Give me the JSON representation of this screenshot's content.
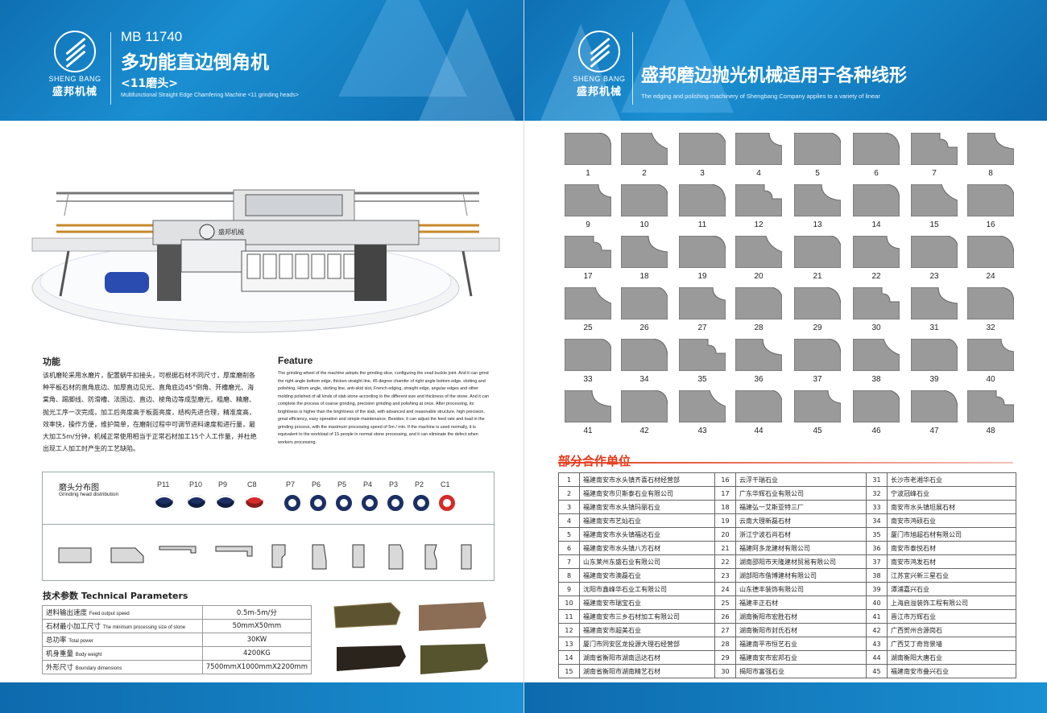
{
  "left": {
    "logo": {
      "en": "SHENG BANG",
      "cn": "盛邦机械"
    },
    "model": "MB 11740",
    "title": "多功能直边倒角机",
    "subtitle": "<11磨头>",
    "subtitle_en": "Multifunctional Straight Edge Chamfering Machine <11 grinding heads>",
    "features_cn_heading": "功能",
    "features_cn_text": "该机磨轮采用水磨片，配置蜗牛扣接头，可根据石材不同尺寸，厚度磨削各种平板石材的直角底边、加厚直边见光、直角底边45°倒角、开槽磨光、海棠角、踢脚线、防滑槽、法国边、直边、棱角边等成型磨光，粗磨、精磨、抛光工序一次完成，加工后亮度高于板面亮度，结构先进合理，精准度高，效率快，操作方便，维护简单，在磨削过程中可调节进料速度和进行量，最大加工5m/分钟，机械正常使用相当于正常石材加工15个人工作量，并杜绝出现工人加工时产生的工艺缺陷。",
    "features_en_heading": "Feature",
    "features_en_text": "The grinding wheel of the machine adopts the grinding slice, configuring the snail buckle joint. And it can grind the right angle bottom edge, thicken straight line, 45 degree chamfer of right angle bottom edge, slotting and polishing, Hitom angle, skirting line, anti-skid slot, French edging, straight edge, angular edges and other molding polished of all kinds of slab stone according to the different size and thickness of the stone. And it can complete the process of coarse grinding, precision grinding and polishing at once. After processing, its brightness is higher than the brightness of the slab, with advanced and reasonable structure, high precision, great efficiency, easy operation and simple maintenance. Besides, it can adjust the feed rate and load in the grinding process, with the maximum processing speed of 5m / min. If the machine is used normally, it is equivalent to the workload of 15 people in normal stone processing, and it can eliminate the defect when workers processing.",
    "grind_title": "磨头分布图",
    "grind_title_en": "Grinding head distribution",
    "heads": [
      "P11",
      "P10",
      "P9",
      "C8",
      "P7",
      "P6",
      "P5",
      "P4",
      "P3",
      "P2",
      "C1"
    ],
    "tech_heading": "技术参数 Technical Parameters",
    "tech": [
      {
        "cn": "进料输出速度",
        "en": "Feed output speed",
        "value": "0.5m-5m/分"
      },
      {
        "cn": "石材最小加工尺寸",
        "en": "The minimum processing size of stone",
        "value": "50mmX50mm"
      },
      {
        "cn": "总功率",
        "en": "Total power",
        "value": "30KW"
      },
      {
        "cn": "机身重量",
        "en": "Body weight",
        "value": "4200KG"
      },
      {
        "cn": "外形尺寸",
        "en": "Boundary dimensions",
        "value": "7500mmX1000mmX2200mm"
      }
    ],
    "machine_badge": "盛邦机械",
    "colors": {
      "header": "#1580c4",
      "ring_blue": "#1b2f64",
      "ring_red": "#d52b2b"
    }
  },
  "right": {
    "logo": {
      "en": "SHENG BANG",
      "cn": "盛邦机械"
    },
    "title": "盛邦磨边抛光机械适用于各种线形",
    "subtitle_en": "The edging and polishing machinery of Shengbang Company applies to a variety of linear",
    "shape_numbers": [
      "1",
      "2",
      "3",
      "4",
      "5",
      "6",
      "7",
      "8",
      "9",
      "10",
      "11",
      "12",
      "13",
      "14",
      "15",
      "16",
      "17",
      "18",
      "19",
      "20",
      "21",
      "22",
      "23",
      "24",
      "25",
      "26",
      "27",
      "28",
      "29",
      "30",
      "31",
      "32",
      "33",
      "34",
      "35",
      "36",
      "37",
      "38",
      "39",
      "40",
      "41",
      "42",
      "43",
      "44",
      "45",
      "46",
      "47",
      "48"
    ],
    "partners_title": "部分合作单位",
    "partners": [
      [
        "1",
        "福建南安市水头镇齐喜石材经营部",
        "16",
        "云浮干瑞石业",
        "31",
        "长沙市老湘华石业"
      ],
      [
        "2",
        "福建南安市贝斯泰石业有限公司",
        "17",
        "广东华辉石业有限公司",
        "32",
        "宁波冠峰石业"
      ],
      [
        "3",
        "福建南安市水头镇玛丽石业",
        "18",
        "福建弘一艾斯亚特三厂",
        "33",
        "南安市水头镇坦展石材"
      ],
      [
        "4",
        "福建南安市艺灿石业",
        "19",
        "云南大理新磊石材",
        "34",
        "南安市鸿硕石业"
      ],
      [
        "5",
        "福建南安市水头镇福达石业",
        "20",
        "浙江宁波石肖石材",
        "35",
        "厦门市旭超石材有限公司"
      ],
      [
        "6",
        "福建南安市水头镇八方石材",
        "21",
        "福建阿多龙建材有限公司",
        "36",
        "南安市泰悦石材"
      ],
      [
        "7",
        "山东莱州东盛石业有限公司",
        "22",
        "湖南邵阳市天隆建材贸易有限公司",
        "37",
        "南安市鸿发石材"
      ],
      [
        "8",
        "福建南安市澳磊石业",
        "23",
        "湖部阳市偕博建材有限公司",
        "38",
        "江苏宜兴新三星石业"
      ],
      [
        "9",
        "沈阳市鑫峰华石业工有限公司",
        "24",
        "山东德丰装饰有限公司",
        "39",
        "潭浦嘉兴石业"
      ],
      [
        "10",
        "福建南安市瑞宝石业",
        "25",
        "福建丰正石材",
        "40",
        "上海启溢装饰工程有限公司"
      ],
      [
        "11",
        "福建南安市三乡石材加工有限公司",
        "26",
        "湖南衡阳市宏胜石材",
        "41",
        "晋江市万辉石业"
      ],
      [
        "12",
        "福建南安市超美石业",
        "27",
        "湖南衡阳市封氏石材",
        "42",
        "广西贺州合源岗石"
      ],
      [
        "13",
        "厦门市同安区龙投源大理石经营部",
        "28",
        "福建南平市恒艺石业",
        "43",
        "广西艾丁奇背景墙"
      ],
      [
        "14",
        "湖南省衡阳市湖南迅达石材",
        "29",
        "福建南安市宏邦石业",
        "44",
        "湖南衡阳大唐石业"
      ],
      [
        "15",
        "湖南省衡阳市湖南精艺石材",
        "30",
        "揭阳市富强石业",
        "45",
        "福建南安市叠兴石业"
      ]
    ],
    "colors": {
      "shape_fill": "#9a9a9a",
      "accent": "#e53a1a"
    }
  }
}
